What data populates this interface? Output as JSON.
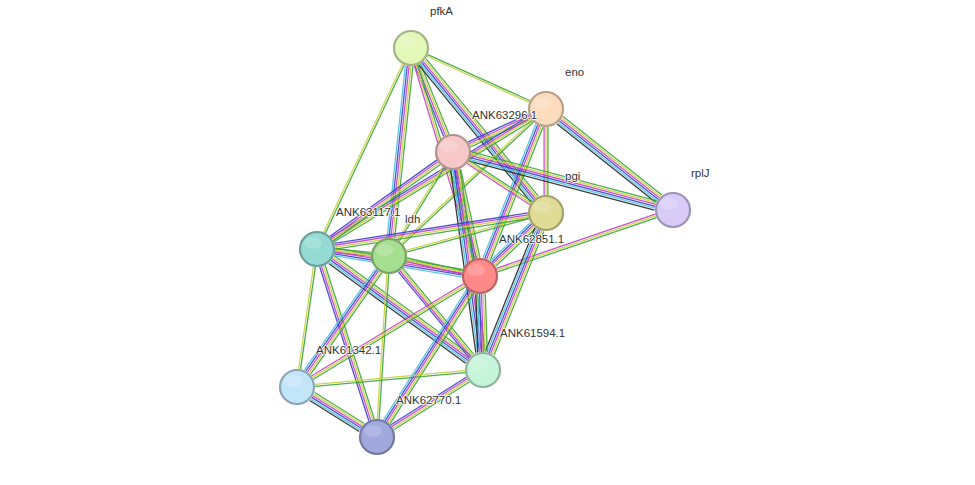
{
  "diagram": {
    "nodes": [
      {
        "text": [
          "pfkA"
        ]
      },
      {
        "text": [
          "eno"
        ]
      },
      {
        "text": [
          "ANK63296.1"
        ]
      },
      {
        "text": [
          "rplJ"
        ]
      },
      {
        "text": [
          "pgi"
        ]
      },
      {
        "text": [
          "ANK63117.1"
        ]
      },
      {
        "text": [
          "ldh"
        ]
      },
      {
        "text": [
          "ANK62851.1"
        ]
      },
      {
        "text": [
          "ANK61594.1"
        ]
      },
      {
        "text": [
          "ANK61342.1"
        ]
      },
      {
        "text": [
          "ANK62770.1"
        ]
      }
    ],
    "edges": [
      {
        "from": 0,
        "to": 1,
        "arrow": "none"
      },
      {
        "from": 0,
        "to": 2,
        "arrow": "none"
      },
      {
        "from": 0,
        "to": 4,
        "arrow": "none"
      },
      {
        "from": 0,
        "to": 7,
        "arrow": "none"
      },
      {
        "from": 0,
        "to": 6,
        "arrow": "none"
      },
      {
        "from": 0,
        "to": 5,
        "arrow": "none"
      },
      {
        "from": 1,
        "to": 2,
        "arrow": "none"
      },
      {
        "from": 1,
        "to": 3,
        "arrow": "none"
      },
      {
        "from": 1,
        "to": 4,
        "arrow": "none"
      },
      {
        "from": 1,
        "to": 7,
        "arrow": "none"
      },
      {
        "from": 1,
        "to": 6,
        "arrow": "none"
      },
      {
        "from": 1,
        "to": 5,
        "arrow": "none"
      },
      {
        "from": 2,
        "to": 3,
        "arrow": "none"
      },
      {
        "from": 2,
        "to": 4,
        "arrow": "none"
      },
      {
        "from": 2,
        "to": 7,
        "arrow": "none"
      },
      {
        "from": 2,
        "to": 6,
        "arrow": "none"
      },
      {
        "from": 2,
        "to": 5,
        "arrow": "none"
      },
      {
        "from": 2,
        "to": 8,
        "arrow": "none"
      },
      {
        "from": 3,
        "to": 7,
        "arrow": "none"
      },
      {
        "from": 4,
        "to": 7,
        "arrow": "none"
      },
      {
        "from": 4,
        "to": 6,
        "arrow": "none"
      },
      {
        "from": 4,
        "to": 5,
        "arrow": "none"
      },
      {
        "from": 4,
        "to": 8,
        "arrow": "none"
      },
      {
        "from": 5,
        "to": 6,
        "arrow": "none"
      },
      {
        "from": 5,
        "to": 7,
        "arrow": "none"
      },
      {
        "from": 5,
        "to": 9,
        "arrow": "none"
      },
      {
        "from": 5,
        "to": 10,
        "arrow": "none"
      },
      {
        "from": 5,
        "to": 8,
        "arrow": "none"
      },
      {
        "from": 6,
        "to": 7,
        "arrow": "none"
      },
      {
        "from": 6,
        "to": 9,
        "arrow": "none"
      },
      {
        "from": 6,
        "to": 10,
        "arrow": "none"
      },
      {
        "from": 6,
        "to": 8,
        "arrow": "none"
      },
      {
        "from": 7,
        "to": 8,
        "arrow": "none"
      },
      {
        "from": 7,
        "to": 9,
        "arrow": "none"
      },
      {
        "from": 7,
        "to": 10,
        "arrow": "none"
      },
      {
        "from": 8,
        "to": 9,
        "arrow": "none"
      },
      {
        "from": 8,
        "to": 10,
        "arrow": "none"
      },
      {
        "from": 9,
        "to": 10,
        "arrow": "none"
      }
    ]
  }
}
